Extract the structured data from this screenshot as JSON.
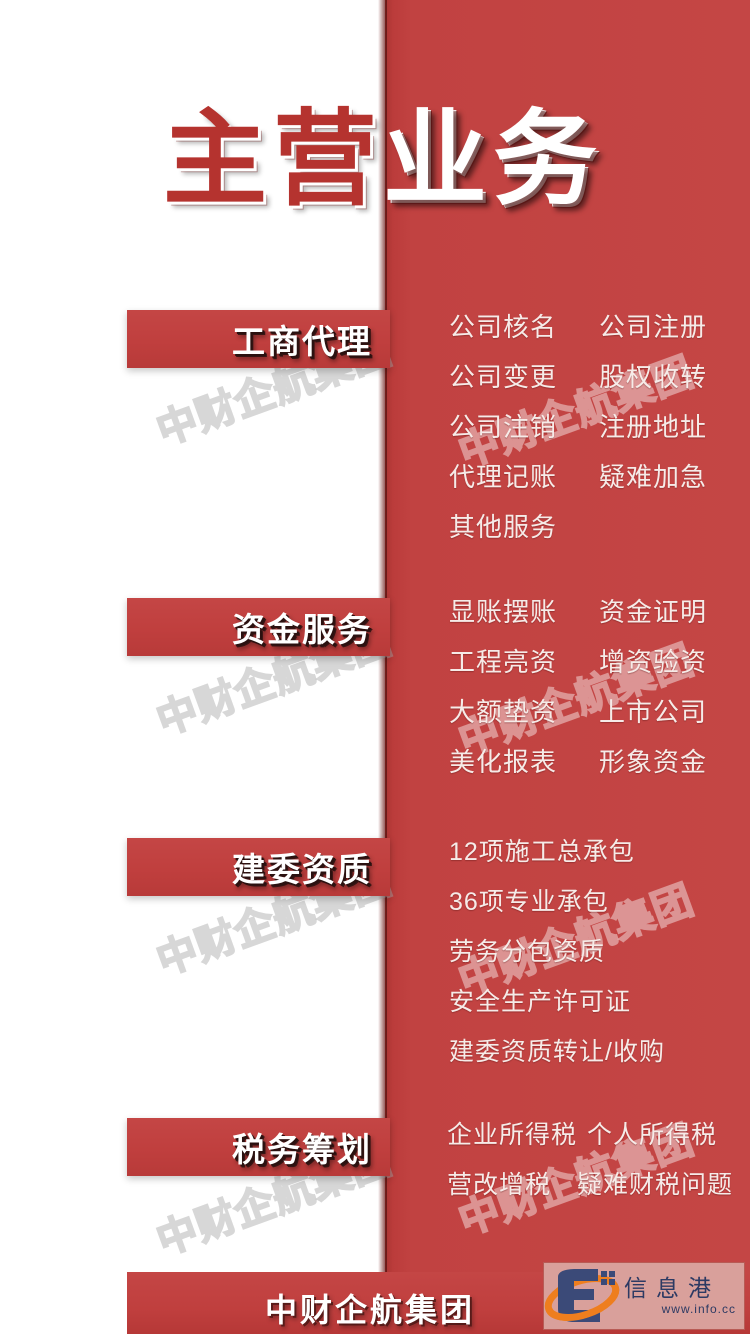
{
  "poster": {
    "title": "主营业务",
    "title_left": "主营",
    "title_right": "业务",
    "watermark": "中财企航集团",
    "accent_red": "#c03f3f",
    "banner_red": "#c44645",
    "title_red": "#b5332f"
  },
  "sections": [
    {
      "label": "工商代理",
      "rows": [
        [
          "公司核名",
          "公司注册"
        ],
        [
          "公司变更",
          "股权收转"
        ],
        [
          "公司注销",
          "注册地址"
        ],
        [
          "代理记账",
          "疑难加急"
        ],
        [
          "其他服务",
          ""
        ]
      ]
    },
    {
      "label": "资金服务",
      "rows": [
        [
          "显账摆账",
          "资金证明"
        ],
        [
          "工程亮资",
          "增资验资"
        ],
        [
          "大额垫资",
          "上市公司"
        ],
        [
          "美化报表",
          "形象资金"
        ]
      ]
    },
    {
      "label": "建委资质",
      "rows": [
        [
          "12项施工总承包",
          ""
        ],
        [
          "36项专业承包",
          ""
        ],
        [
          "劳务分包资质",
          ""
        ],
        [
          "安全生产许可证",
          ""
        ],
        [
          "建委资质转让/收购",
          ""
        ]
      ]
    },
    {
      "label": "税务筹划",
      "rows": [
        [
          "企业所得税",
          "个人所得税"
        ],
        [
          "营改增税",
          "疑难财税问题"
        ]
      ]
    }
  ],
  "footer": {
    "company": "中财企航集团",
    "logo_cn": "信息港",
    "logo_url": "www.info.cc"
  }
}
